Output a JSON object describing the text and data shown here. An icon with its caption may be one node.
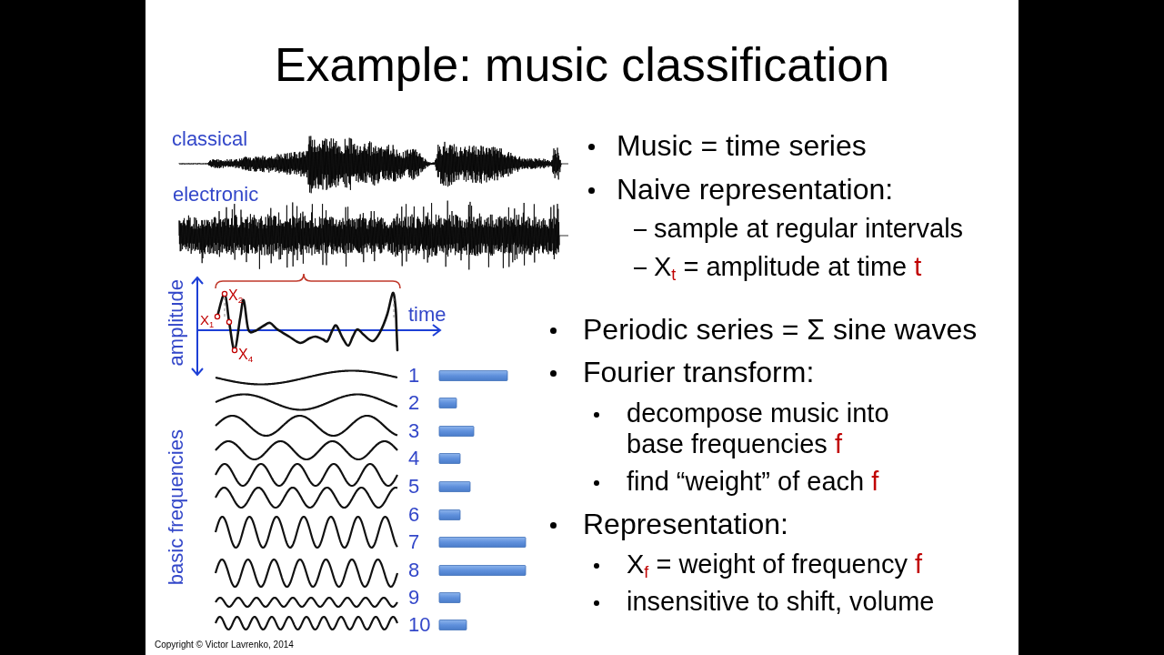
{
  "diagram": {
    "title": "Example: music classification",
    "labels": [
      "classical",
      "electronic",
      "amplitude",
      "X$_{2}$",
      "X$_{1}$",
      "time",
      "X$_{4}$",
      "basic frequencies",
      "1",
      "2",
      "3",
      "4",
      "5",
      "6",
      "7",
      "8",
      "9",
      "10",
      "Music = time series",
      "Naive representation:",
      "sample at regular intervals",
      "X$_{t}$ = amplitude at time t",
      "Periodic series = Σ sine waves",
      "Fourier transform:",
      "decompose music into base frequencies f",
      "find “weight” of each f",
      "Representation:",
      "X$_{f}$ = weight of frequency f",
      "insensitive to shift, volume",
      "Copyright © Victor Lavrenko, 2014"
    ]
  }
}
